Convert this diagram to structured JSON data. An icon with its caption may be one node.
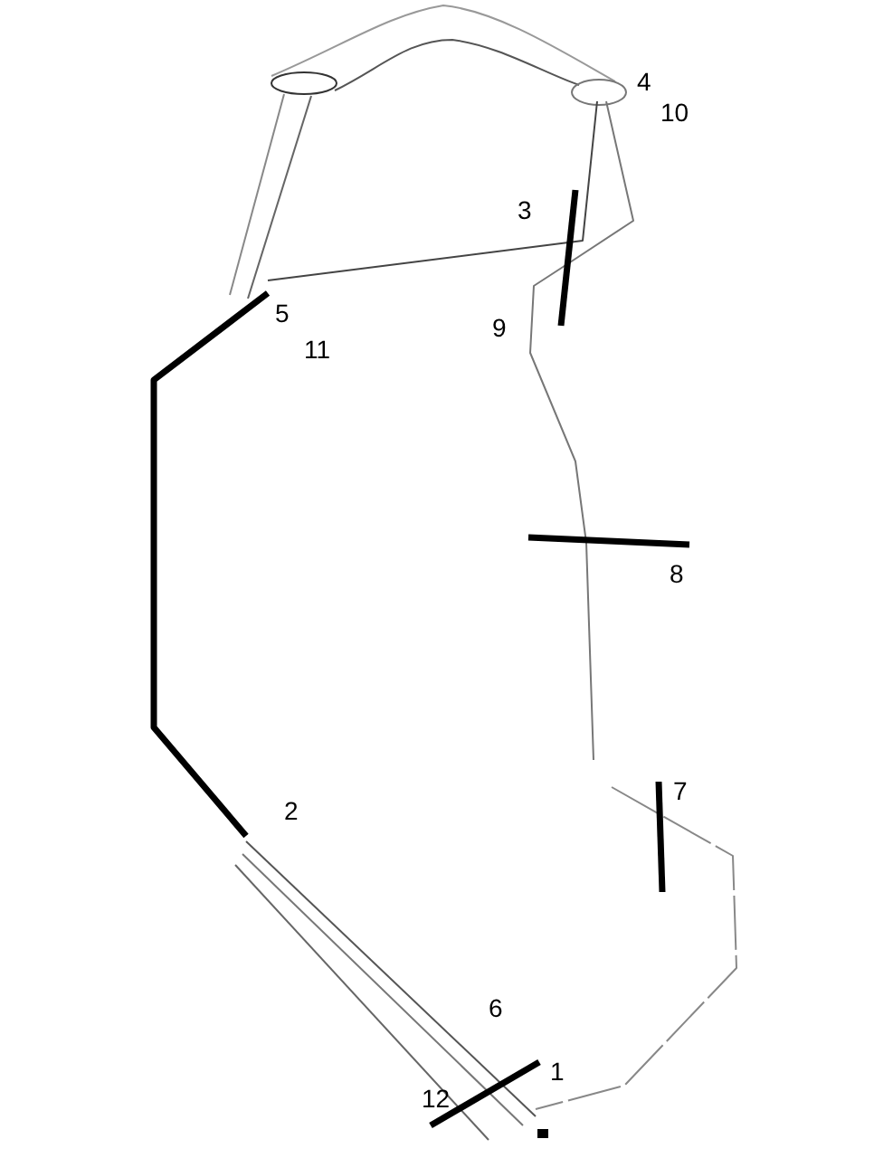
{
  "diagram": {
    "labels": [
      "4",
      "10",
      "3",
      "5",
      "11",
      "9",
      "8",
      "2",
      "7",
      "6",
      "1",
      "12"
    ]
  }
}
